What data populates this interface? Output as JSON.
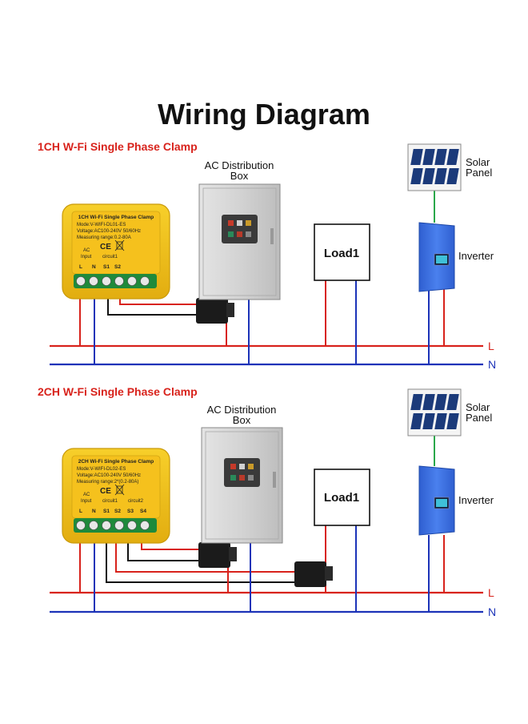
{
  "title": "Wiring Diagram",
  "colors": {
    "live": "#d8231c",
    "neutral": "#1c33b8",
    "device": "#f2c21a",
    "terminal": "#16a34a",
    "inverter": "#3d72e6"
  },
  "section1": {
    "heading": "1CH W-Fi Single Phase Clamp",
    "device": {
      "name": "1CH Wi-Fi Single Phase Clamp",
      "model": "Mode:V-WIFI-DL01-ES",
      "voltage": "Voltage:AC100-240V 50/60Hz",
      "range": "Measuring range:0.2-80A",
      "ce": "CE",
      "ac": "AC",
      "input": "Input",
      "circuit1": "circuit1",
      "terminals": [
        "L",
        "N",
        "S1",
        "S2"
      ]
    },
    "distribution_box": [
      "AC Distribution",
      "Box"
    ],
    "load": "Load1",
    "solar_panel": [
      "Solar",
      "Panel"
    ],
    "inverter": "Inverter",
    "bus_l": "L",
    "bus_n": "N"
  },
  "section2": {
    "heading": "2CH W-Fi Single Phase Clamp",
    "device": {
      "name": "2CH Wi-Fi Single Phase Clamp",
      "model": "Mode:V-WIFI-DL02-ES",
      "voltage": "Voltage:AC100-240V 50/60Hz",
      "range": "Measuring range:2*(0.2-80A)",
      "ce": "CE",
      "ac": "AC",
      "input": "Input",
      "circuit1": "circuit1",
      "circuit2": "circuit2",
      "terminals": [
        "L",
        "N",
        "S1",
        "S2",
        "S3",
        "S4"
      ]
    },
    "distribution_box": [
      "AC Distribution",
      "Box"
    ],
    "load": "Load1",
    "solar_panel": [
      "Solar",
      "Panel"
    ],
    "inverter": "Inverter",
    "bus_l": "L",
    "bus_n": "N"
  }
}
